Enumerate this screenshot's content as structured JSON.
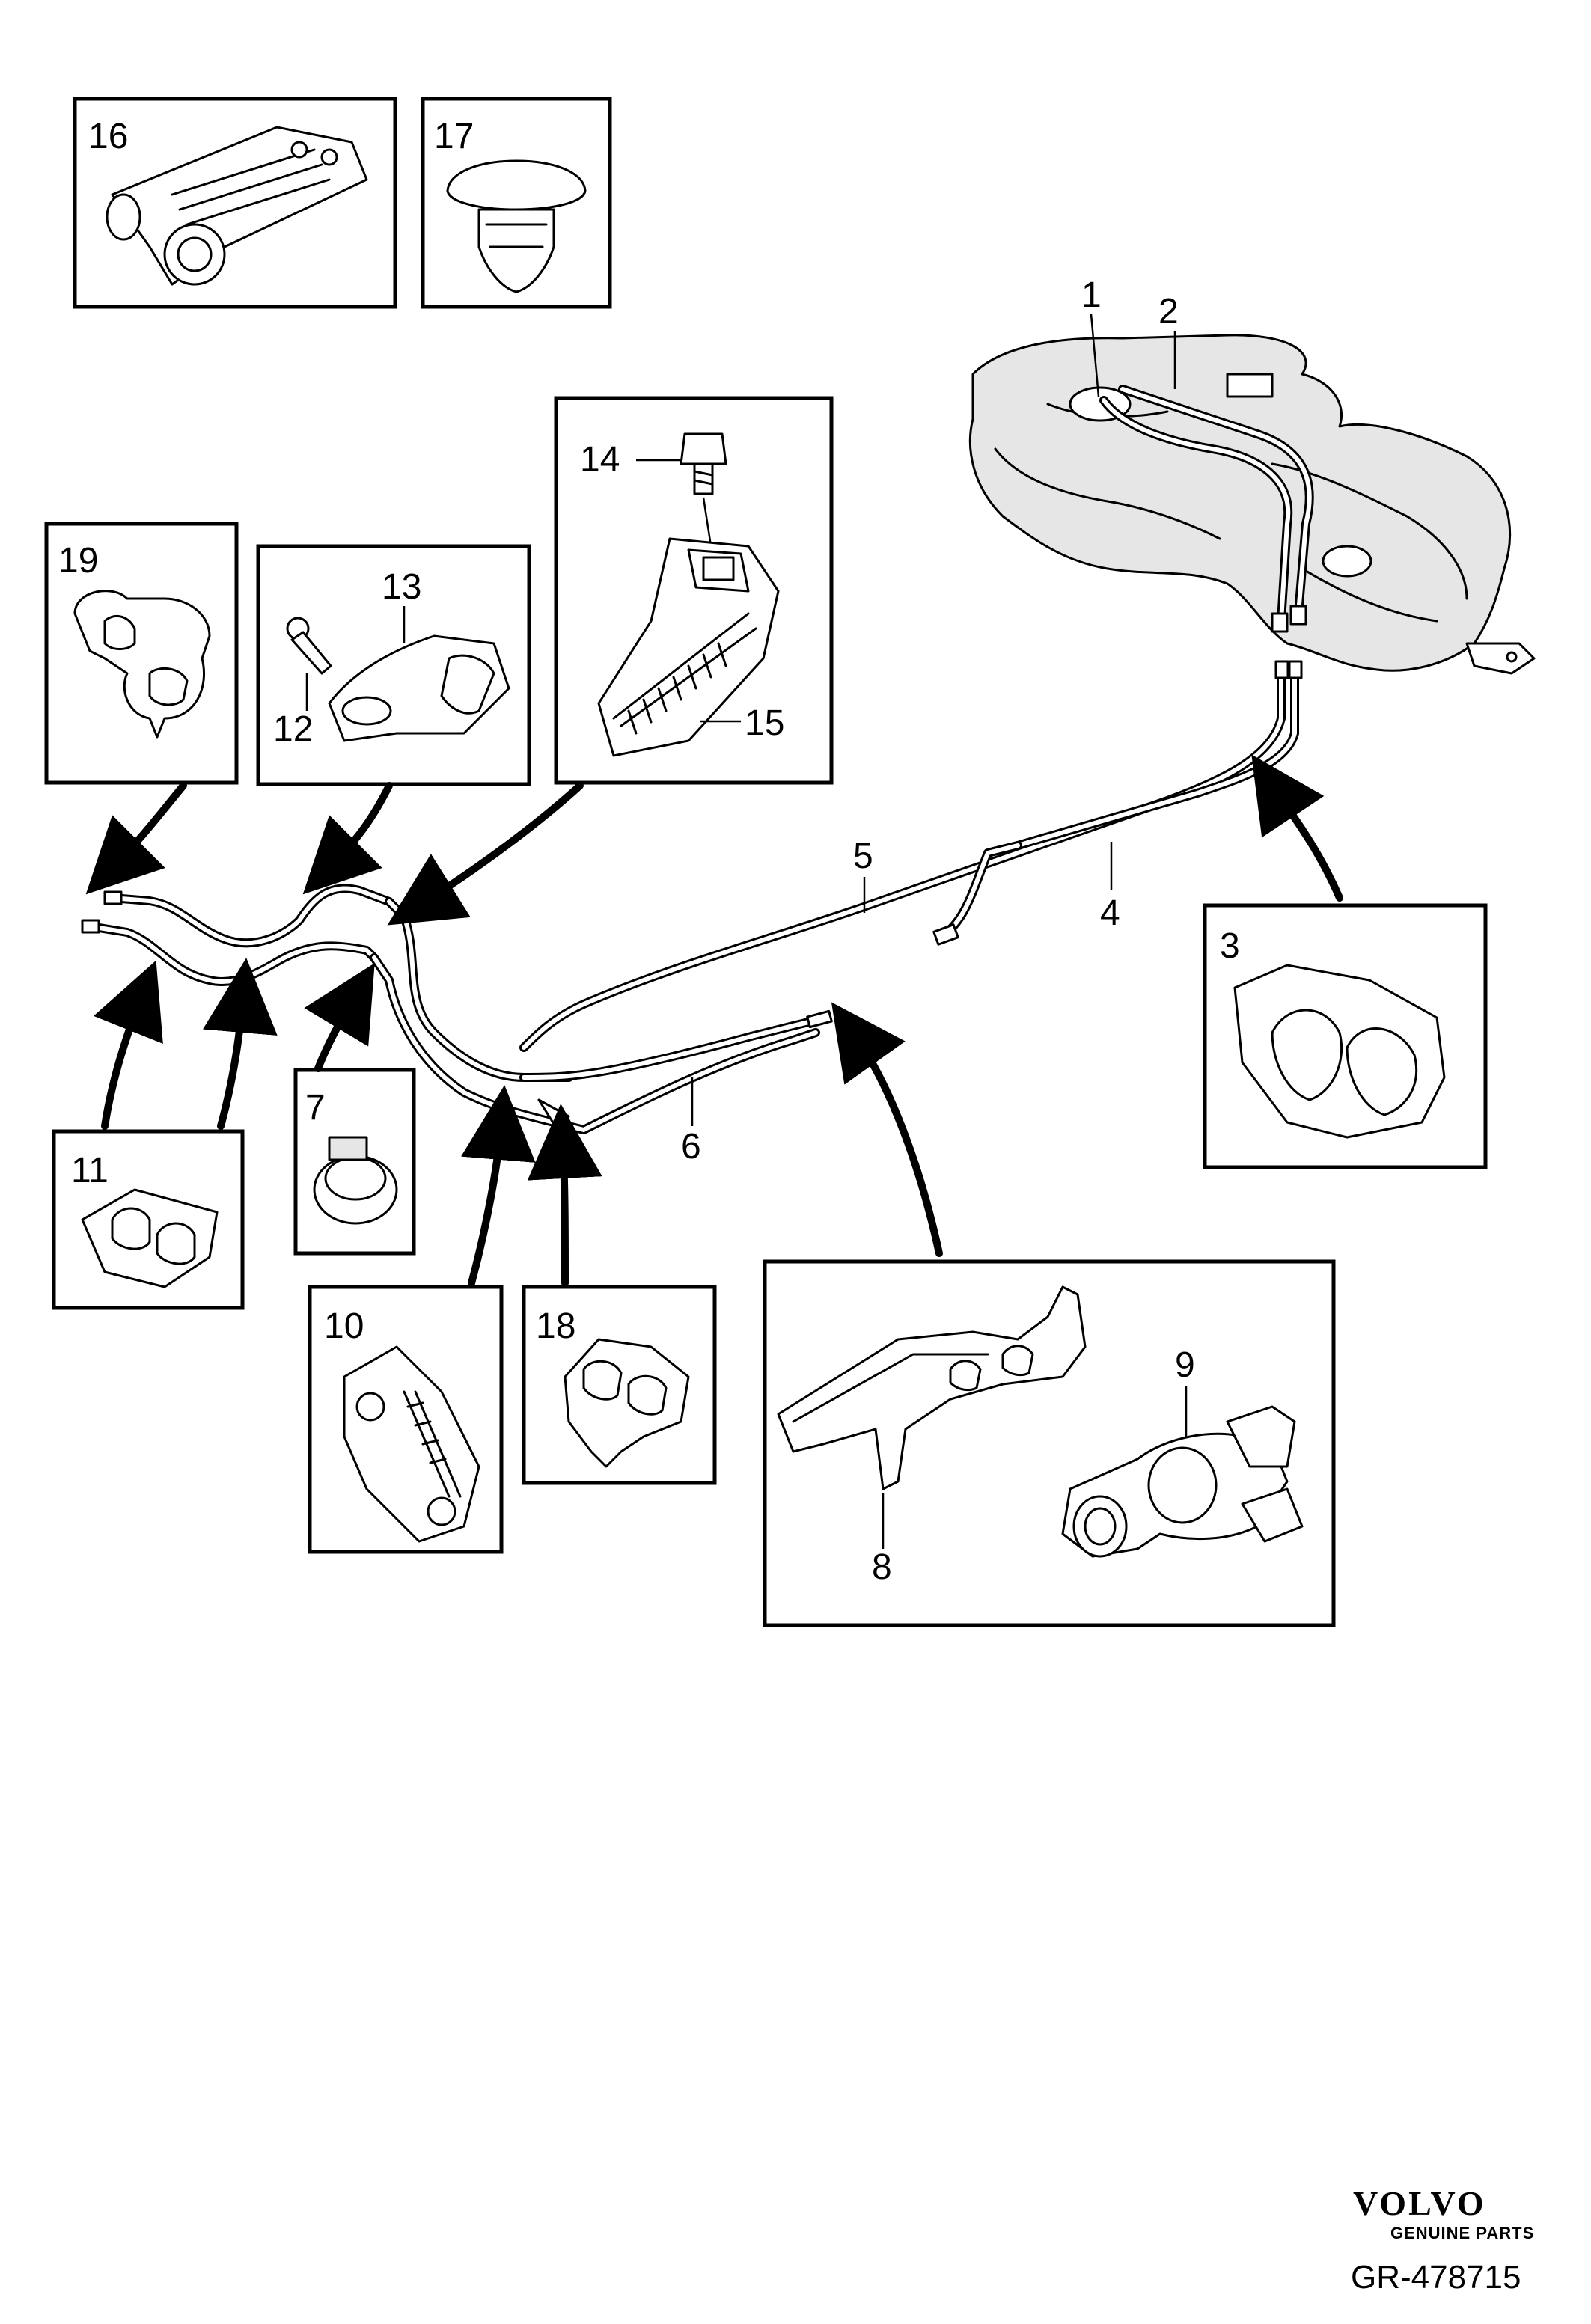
{
  "callouts": {
    "c1": "1",
    "c2": "2",
    "c3": "3",
    "c4": "4",
    "c5": "5",
    "c6": "6",
    "c7": "7",
    "c8": "8",
    "c9": "9",
    "c10": "10",
    "c11": "11",
    "c12": "12",
    "c13": "13",
    "c14": "14",
    "c15": "15",
    "c16": "16",
    "c17": "17",
    "c18": "18",
    "c19": "19"
  },
  "footer": {
    "brand": "VOLVO",
    "brand_sub": "GENUINE PARTS",
    "reference": "GR-478715"
  },
  "colors": {
    "ink": "#000000",
    "paper": "#ffffff",
    "part_shade": "#e6e6e6"
  }
}
